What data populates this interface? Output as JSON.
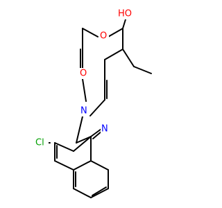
{
  "structure": {
    "labels": {
      "o_ring": "O",
      "oh": "HO",
      "carbonyl_o": "O",
      "n_lactam": "N",
      "n_quinoline": "N",
      "cl": "Cl"
    }
  },
  "colors": {
    "bond": "#000000",
    "oxygen": "#ff0000",
    "nitrogen": "#0000ff",
    "chlorine": "#00a000",
    "background": "#ffffff"
  }
}
